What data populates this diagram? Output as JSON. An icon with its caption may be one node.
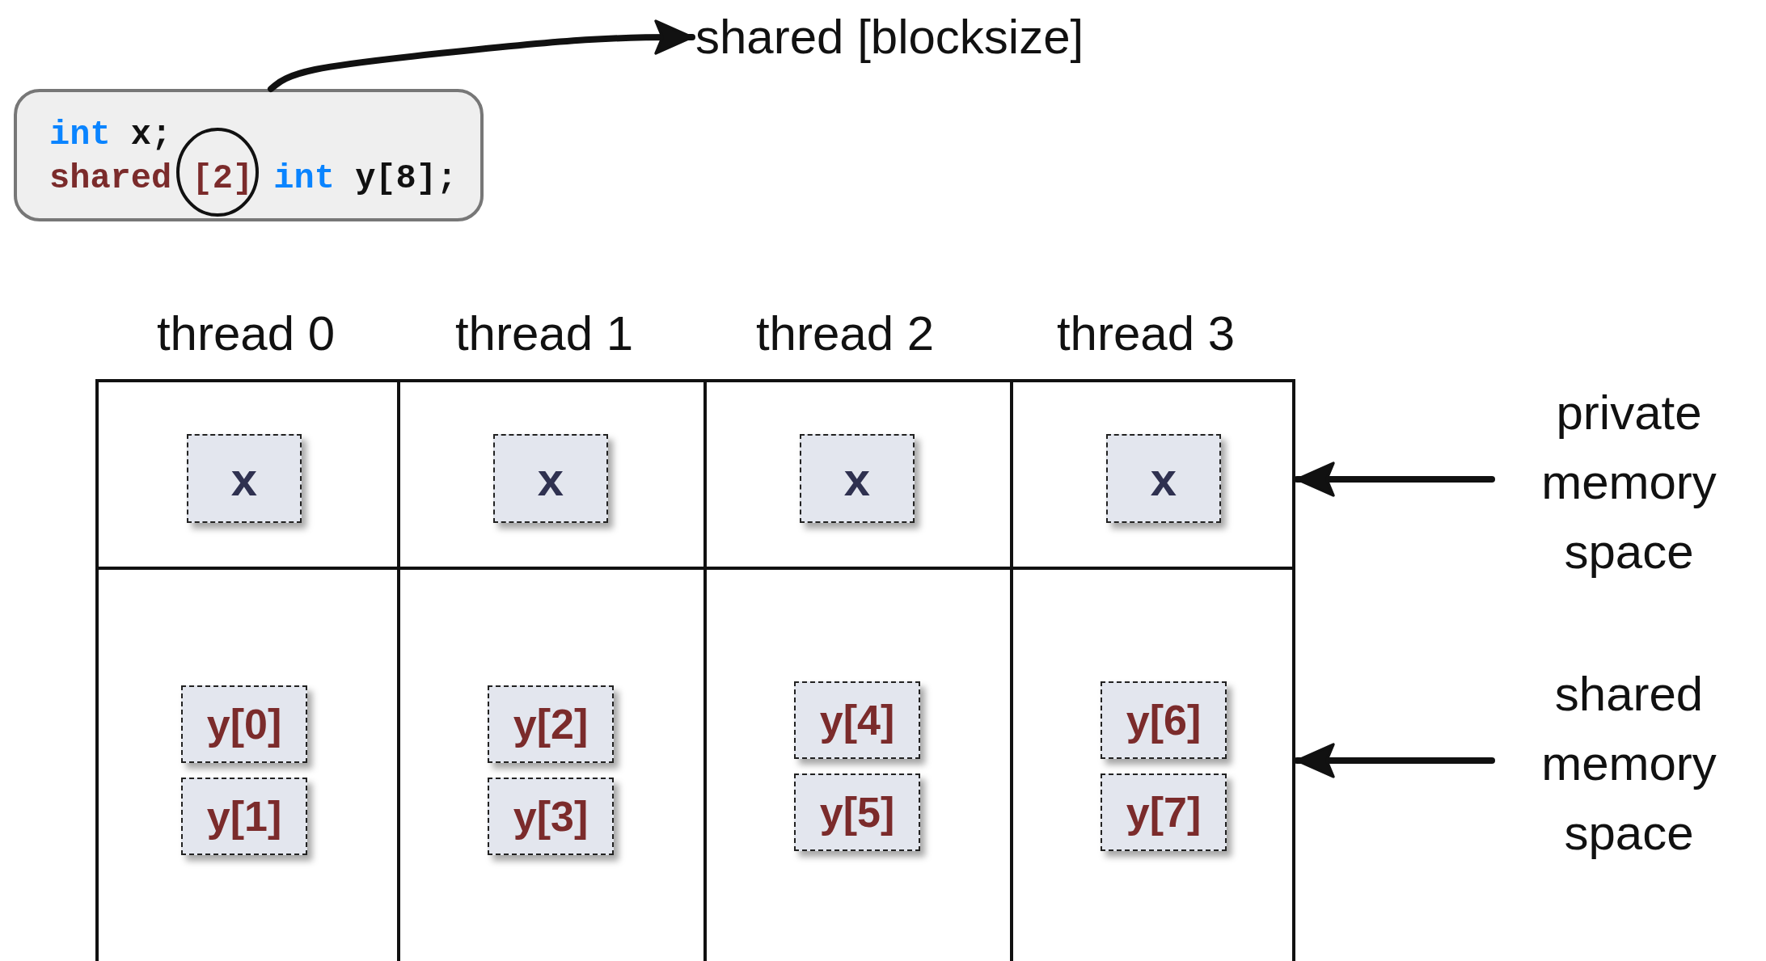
{
  "diagram": {
    "nodes": [
      {
        "text": [
          "int x;",
          "shared [2] int y[8];"
        ]
      },
      {
        "text": [
          "shared [blocksize]"
        ]
      },
      {
        "text": [],
        "shape": "box"
      },
      {
        "text": [
          "x"
        ],
        "in": 2
      },
      {
        "text": [
          "x"
        ],
        "in": 2
      },
      {
        "text": [
          "x"
        ],
        "in": 2
      },
      {
        "text": [
          "x"
        ],
        "in": 2
      },
      {
        "text": [],
        "shape": "box"
      },
      {
        "text": [
          "y[0]"
        ],
        "in": 7
      },
      {
        "text": [
          "y[1]"
        ],
        "in": 7
      },
      {
        "text": [
          "y[2]"
        ],
        "in": 7
      },
      {
        "text": [
          "y[3]"
        ],
        "in": 7
      },
      {
        "text": [
          "y[4]"
        ],
        "in": 7
      },
      {
        "text": [
          "y[5]"
        ],
        "in": 7
      },
      {
        "text": [
          "y[6]"
        ],
        "in": 7
      },
      {
        "text": [
          "y[7]"
        ],
        "in": 7
      },
      {
        "text": [
          "private memory space"
        ]
      },
      {
        "text": [
          "shared memory space"
        ]
      }
    ],
    "edges": [
      {
        "from": 0,
        "to": 1,
        "arrow": "to"
      },
      {
        "from": 16,
        "to": 2,
        "arrow": "to"
      },
      {
        "from": 17,
        "to": 7,
        "arrow": "to"
      }
    ],
    "labels": [
      "thread 0",
      "thread 1",
      "thread 2",
      "thread 3"
    ]
  }
}
